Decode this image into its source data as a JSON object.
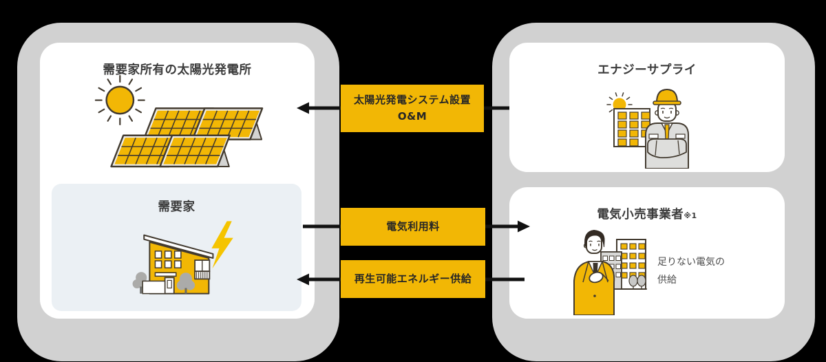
{
  "diagram": {
    "left_group": {
      "solar_card": {
        "title": "需要家所有の太陽光発電所"
      },
      "consumer_card": {
        "title": "需要家"
      }
    },
    "right_group": {
      "supplier_card": {
        "title": "エナジーサプライ"
      },
      "retailer_card": {
        "title": "電気小売事業者",
        "title_note": "※1",
        "annotation": "足りない電気の供給"
      }
    },
    "flows": {
      "install_om": {
        "line1": "太陽光発電システム設置",
        "line2": "O&M",
        "direction": "right-to-left"
      },
      "usage_fee": {
        "label": "電気利用料",
        "direction": "left-to-right"
      },
      "renewable_supply": {
        "label": "再生可能エネルギー供給",
        "direction": "right-to-left"
      }
    },
    "icons": {
      "solar": "sun-and-solar-panels-illustration",
      "house": "house-with-lightning-illustration",
      "worker": "construction-worker-with-building-illustration",
      "retailer": "businessman-with-buildings-illustration"
    },
    "colors": {
      "accent_yellow": "#F2B705",
      "container_gray": "#D1D1D1",
      "card_blue": "#EBF0F4",
      "ink": "#423A2F",
      "arrow_black": "#111111"
    }
  }
}
